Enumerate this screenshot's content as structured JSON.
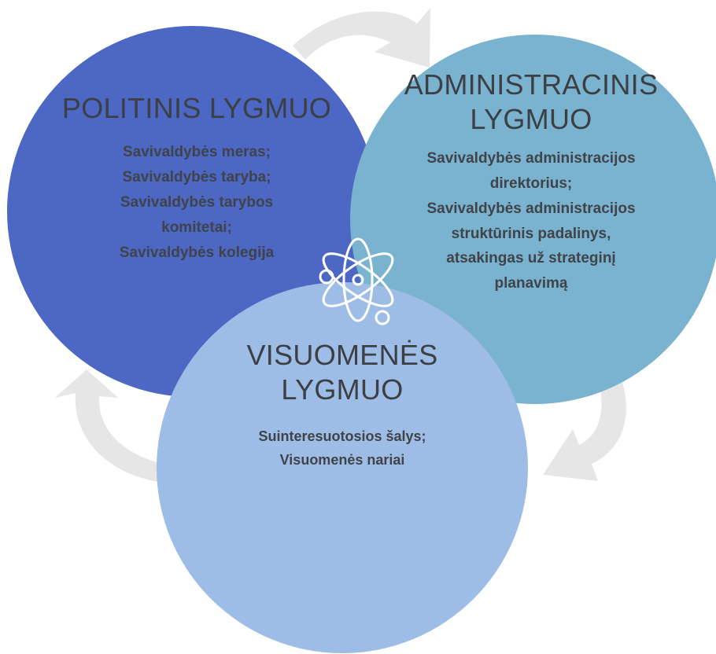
{
  "diagram": {
    "colors": {
      "political": "#4c67c4",
      "administrative": "#79b3cf",
      "public": "#9ebde6",
      "arrows": "#e6e6e6",
      "atom_icon": "#ffffff",
      "text": "#3c3f44"
    },
    "icon": "atom-icon",
    "arrow_icons": [
      "curved-arrow-top",
      "curved-arrow-right",
      "curved-arrow-left"
    ],
    "political": {
      "title": "POLITINIS LYGMUO",
      "items": [
        "Savivaldybės meras;",
        "Savivaldybės taryba;",
        "Savivaldybės tarybos",
        "komitetai;",
        "Savivaldybės kolegija"
      ]
    },
    "administrative": {
      "title_line1": "ADMINISTRACINIS",
      "title_line2": "LYGMUO",
      "items": [
        "Savivaldybės administracijos",
        "direktorius;",
        "Savivaldybės administracijos",
        "struktūrinis padalinys,",
        "atsakingas už strateginį",
        "planavimą"
      ]
    },
    "public": {
      "title_line1": "VISUOMENĖS",
      "title_line2": "LYGMUO",
      "items": [
        "Suinteresuotosios šalys;",
        "Visuomenės nariai"
      ]
    }
  }
}
